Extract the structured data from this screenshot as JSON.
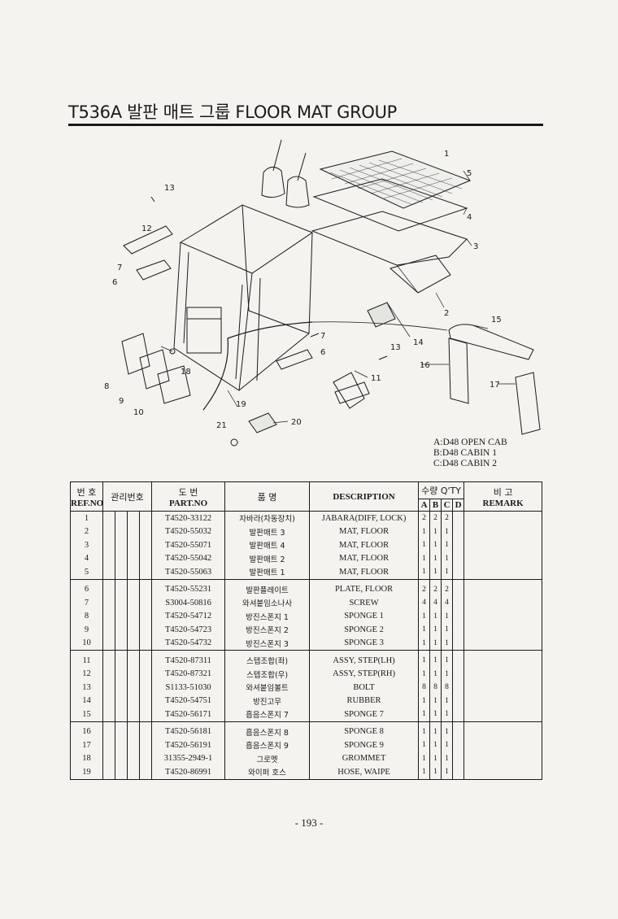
{
  "page": {
    "title": "T536A 발판 매트 그룹 FLOOR MAT GROUP",
    "page_number": "- 193 -"
  },
  "diagram": {
    "callouts": [
      "1",
      "2",
      "3",
      "4",
      "5",
      "6",
      "7",
      "8",
      "9",
      "10",
      "11",
      "12",
      "13",
      "14",
      "15",
      "16",
      "17",
      "18",
      "19",
      "20",
      "21"
    ]
  },
  "variants": [
    "A:D48 OPEN CAB",
    "B:D48 CABIN 1",
    "C:D48 CABIN 2"
  ],
  "table": {
    "headers": {
      "ref_ko": "번 호",
      "ref_en": "REF.NO",
      "mgmt_ko": "관리번호",
      "part_ko": "도 번",
      "part_en": "PART.NO",
      "name_ko": "품 명",
      "desc": "DESCRIPTION",
      "qty_ko": "수량 Q'TY",
      "qty_cols": [
        "A",
        "B",
        "C",
        "D"
      ],
      "remark_ko": "비 고",
      "remark_en": "REMARK"
    },
    "rows": [
      {
        "ref": "1",
        "part": "T4520-33122",
        "name": "자바라(차동장치)",
        "desc": "JABARA(DIFF, LOCK)",
        "a": "2",
        "b": "2",
        "c": "2",
        "d": "",
        "remark": ""
      },
      {
        "ref": "2",
        "part": "T4520-55032",
        "name": "발판매트 3",
        "desc": "MAT, FLOOR",
        "a": "1",
        "b": "1",
        "c": "1",
        "d": "",
        "remark": ""
      },
      {
        "ref": "3",
        "part": "T4520-55071",
        "name": "발판매트 4",
        "desc": "MAT, FLOOR",
        "a": "1",
        "b": "1",
        "c": "1",
        "d": "",
        "remark": ""
      },
      {
        "ref": "4",
        "part": "T4520-55042",
        "name": "발판매트 2",
        "desc": "MAT, FLOOR",
        "a": "1",
        "b": "1",
        "c": "1",
        "d": "",
        "remark": ""
      },
      {
        "ref": "5",
        "part": "T4520-55063",
        "name": "발판매트 1",
        "desc": "MAT, FLOOR",
        "a": "1",
        "b": "1",
        "c": "1",
        "d": "",
        "remark": ""
      },
      {
        "ref": "6",
        "part": "T4520-55231",
        "name": "발판플레이트",
        "desc": "PLATE, FLOOR",
        "a": "2",
        "b": "2",
        "c": "2",
        "d": "",
        "remark": ""
      },
      {
        "ref": "7",
        "part": "S3004-50816",
        "name": "와셔붙임소나사",
        "desc": "SCREW",
        "a": "4",
        "b": "4",
        "c": "4",
        "d": "",
        "remark": ""
      },
      {
        "ref": "8",
        "part": "T4520-54712",
        "name": "방진스폰지 1",
        "desc": "SPONGE 1",
        "a": "1",
        "b": "1",
        "c": "1",
        "d": "",
        "remark": ""
      },
      {
        "ref": "9",
        "part": "T4520-54723",
        "name": "방진스폰지 2",
        "desc": "SPONGE 2",
        "a": "1",
        "b": "1",
        "c": "1",
        "d": "",
        "remark": ""
      },
      {
        "ref": "10",
        "part": "T4520-54732",
        "name": "방진스폰지 3",
        "desc": "SPONGE 3",
        "a": "1",
        "b": "1",
        "c": "1",
        "d": "",
        "remark": ""
      },
      {
        "ref": "11",
        "part": "T4520-87311",
        "name": "스텝조합(좌)",
        "desc": "ASSY, STEP(LH)",
        "a": "1",
        "b": "1",
        "c": "1",
        "d": "",
        "remark": ""
      },
      {
        "ref": "12",
        "part": "T4520-87321",
        "name": "스텝조합(우)",
        "desc": "ASSY, STEP(RH)",
        "a": "1",
        "b": "1",
        "c": "1",
        "d": "",
        "remark": ""
      },
      {
        "ref": "13",
        "part": "S1133-51030",
        "name": "와셔붙임볼트",
        "desc": "BOLT",
        "a": "8",
        "b": "8",
        "c": "8",
        "d": "",
        "remark": ""
      },
      {
        "ref": "14",
        "part": "T4520-54751",
        "name": "방진고무",
        "desc": "RUBBER",
        "a": "1",
        "b": "1",
        "c": "1",
        "d": "",
        "remark": ""
      },
      {
        "ref": "15",
        "part": "T4520-56171",
        "name": "흡음스폰지 7",
        "desc": "SPONGE 7",
        "a": "1",
        "b": "1",
        "c": "1",
        "d": "",
        "remark": ""
      },
      {
        "ref": "16",
        "part": "T4520-56181",
        "name": "흡음스폰지 8",
        "desc": "SPONGE 8",
        "a": "1",
        "b": "1",
        "c": "1",
        "d": "",
        "remark": ""
      },
      {
        "ref": "17",
        "part": "T4520-56191",
        "name": "흡음스폰지 9",
        "desc": "SPONGE 9",
        "a": "1",
        "b": "1",
        "c": "1",
        "d": "",
        "remark": ""
      },
      {
        "ref": "18",
        "part": "31355-2949-1",
        "name": "그로멧",
        "desc": "GROMMET",
        "a": "1",
        "b": "1",
        "c": "1",
        "d": "",
        "remark": ""
      },
      {
        "ref": "19",
        "part": "T4520-86991",
        "name": "와이퍼 호스",
        "desc": "HOSE, WAIPE",
        "a": "1",
        "b": "1",
        "c": "1",
        "d": "",
        "remark": ""
      }
    ]
  }
}
